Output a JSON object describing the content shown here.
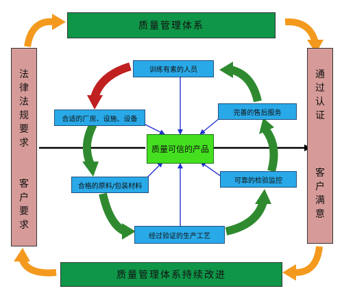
{
  "colors": {
    "green_box": "#0f9648",
    "side_box": "#d69b98",
    "blue_box": "#29a9e8",
    "center_box": "#44e020",
    "corner_arrow": "#f39a1e",
    "cycle_arrow_red": "#c02020",
    "cycle_arrow_green": "#2f8a2f",
    "connector": "#2233cc"
  },
  "nodes": {
    "top_banner": "质量管理体系",
    "bottom_banner": "质量管理体系持续改进",
    "left_panel": {
      "upper": "法律法规要求",
      "lower": "客户要求"
    },
    "right_panel": {
      "upper": "通过认证",
      "lower": "客户满意"
    },
    "center": "质量可信的产品",
    "personnel": "训练有素的人员",
    "facilities": "合适的厂房、设施、设备",
    "materials": "合格的原料/包装材料",
    "process": "经过验证的生产工艺",
    "inspection": "可靠的检验监控",
    "after_sales": "完善的售后服务"
  }
}
